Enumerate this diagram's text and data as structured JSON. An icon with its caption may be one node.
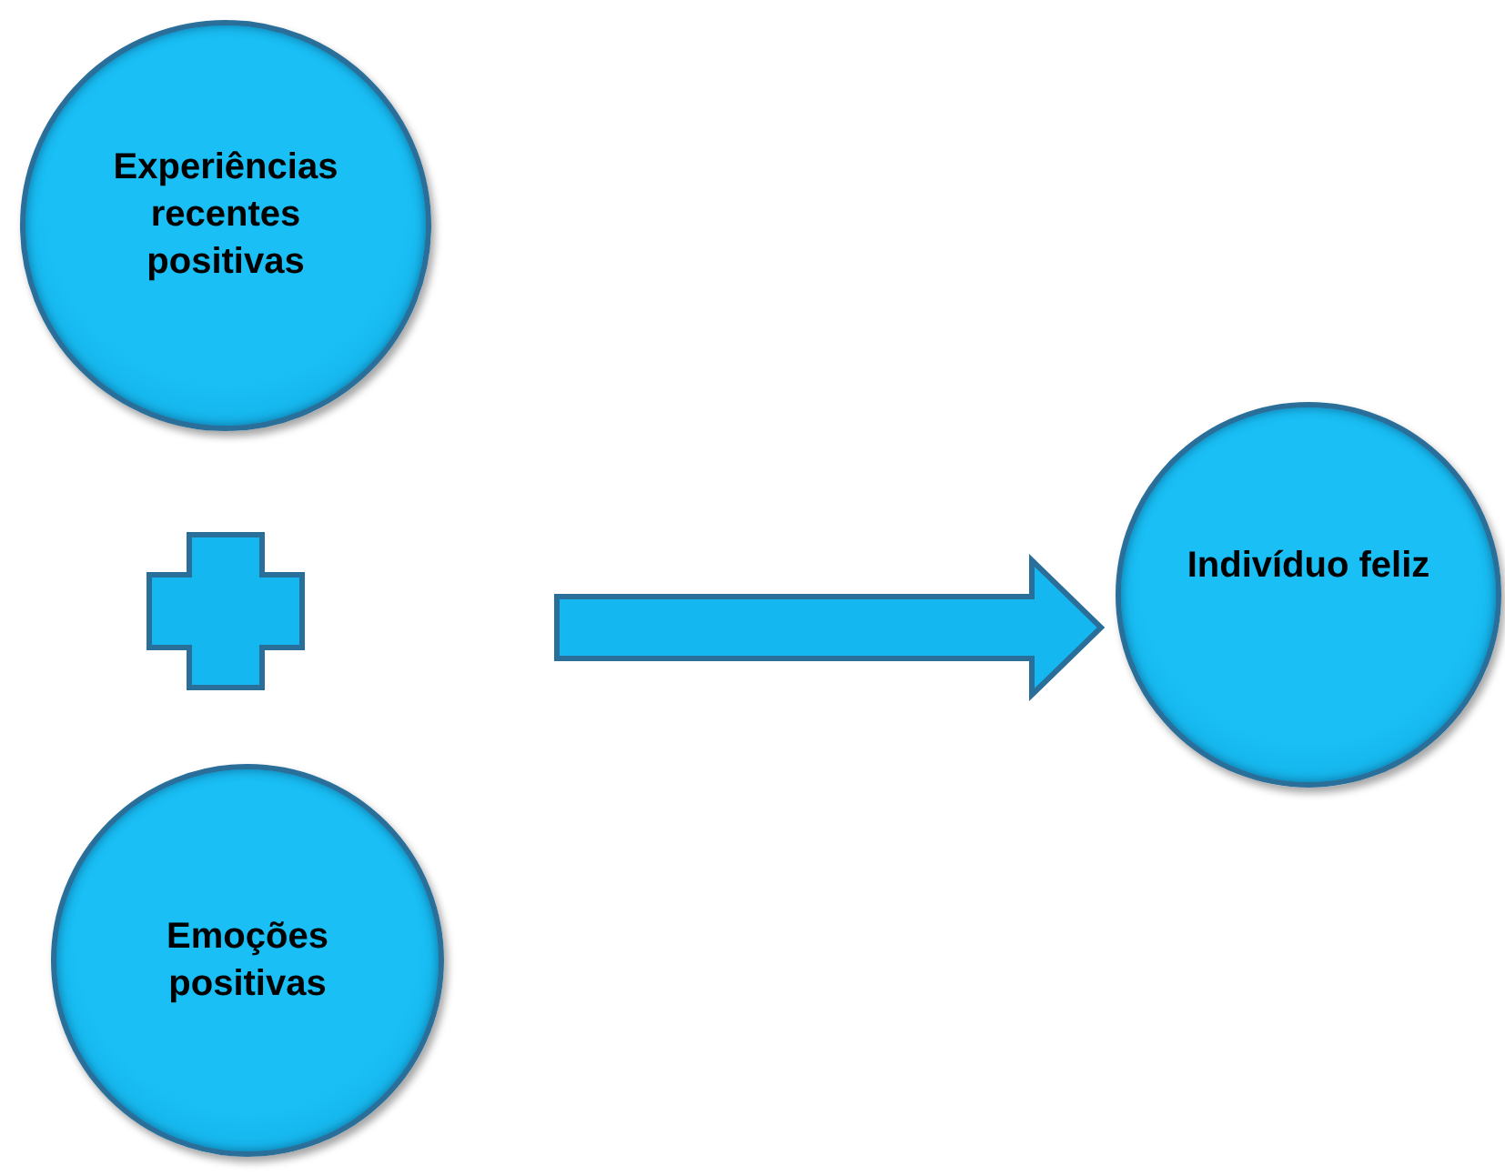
{
  "diagram": {
    "nodes": [
      {
        "text": [
          "Experiências recentes positivas"
        ]
      },
      {
        "text": [
          "Emoções positivas"
        ]
      },
      {
        "text": [
          "Indivíduo feliz"
        ]
      }
    ],
    "edges": [
      {
        "from": null,
        "to": 2,
        "arrow": "to",
        "style": "thick"
      }
    ]
  }
}
